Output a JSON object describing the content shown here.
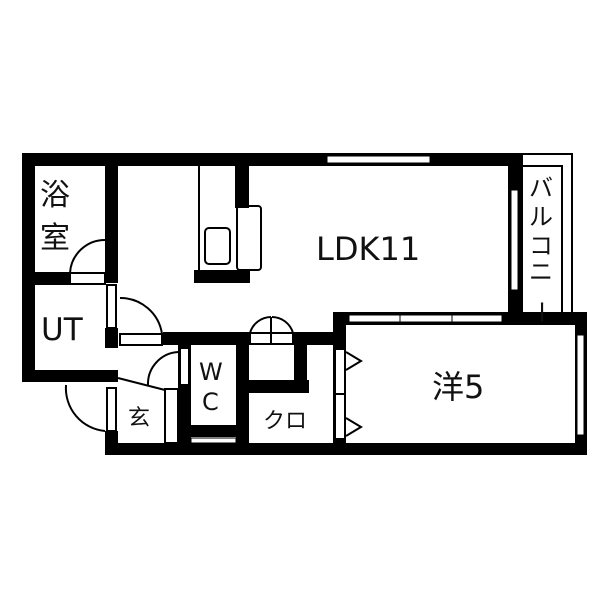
{
  "floor_plan": {
    "colors": {
      "wall": "#000000",
      "background": "#ffffff",
      "text": "#111111"
    },
    "rooms": [
      {
        "id": "bath",
        "label_line1": "浴",
        "label_line2": "室"
      },
      {
        "id": "utility",
        "label": "UT"
      },
      {
        "id": "ldk",
        "label": "LDK11"
      },
      {
        "id": "balcony",
        "label_chars": [
          "バ",
          "ル",
          "コ",
          "ニ",
          "ー"
        ]
      },
      {
        "id": "western",
        "label": "洋5"
      },
      {
        "id": "toilet",
        "label_line1": "W",
        "label_line2": "C"
      },
      {
        "id": "closet",
        "label": "クロ"
      },
      {
        "id": "entrance",
        "label": "玄"
      }
    ]
  }
}
